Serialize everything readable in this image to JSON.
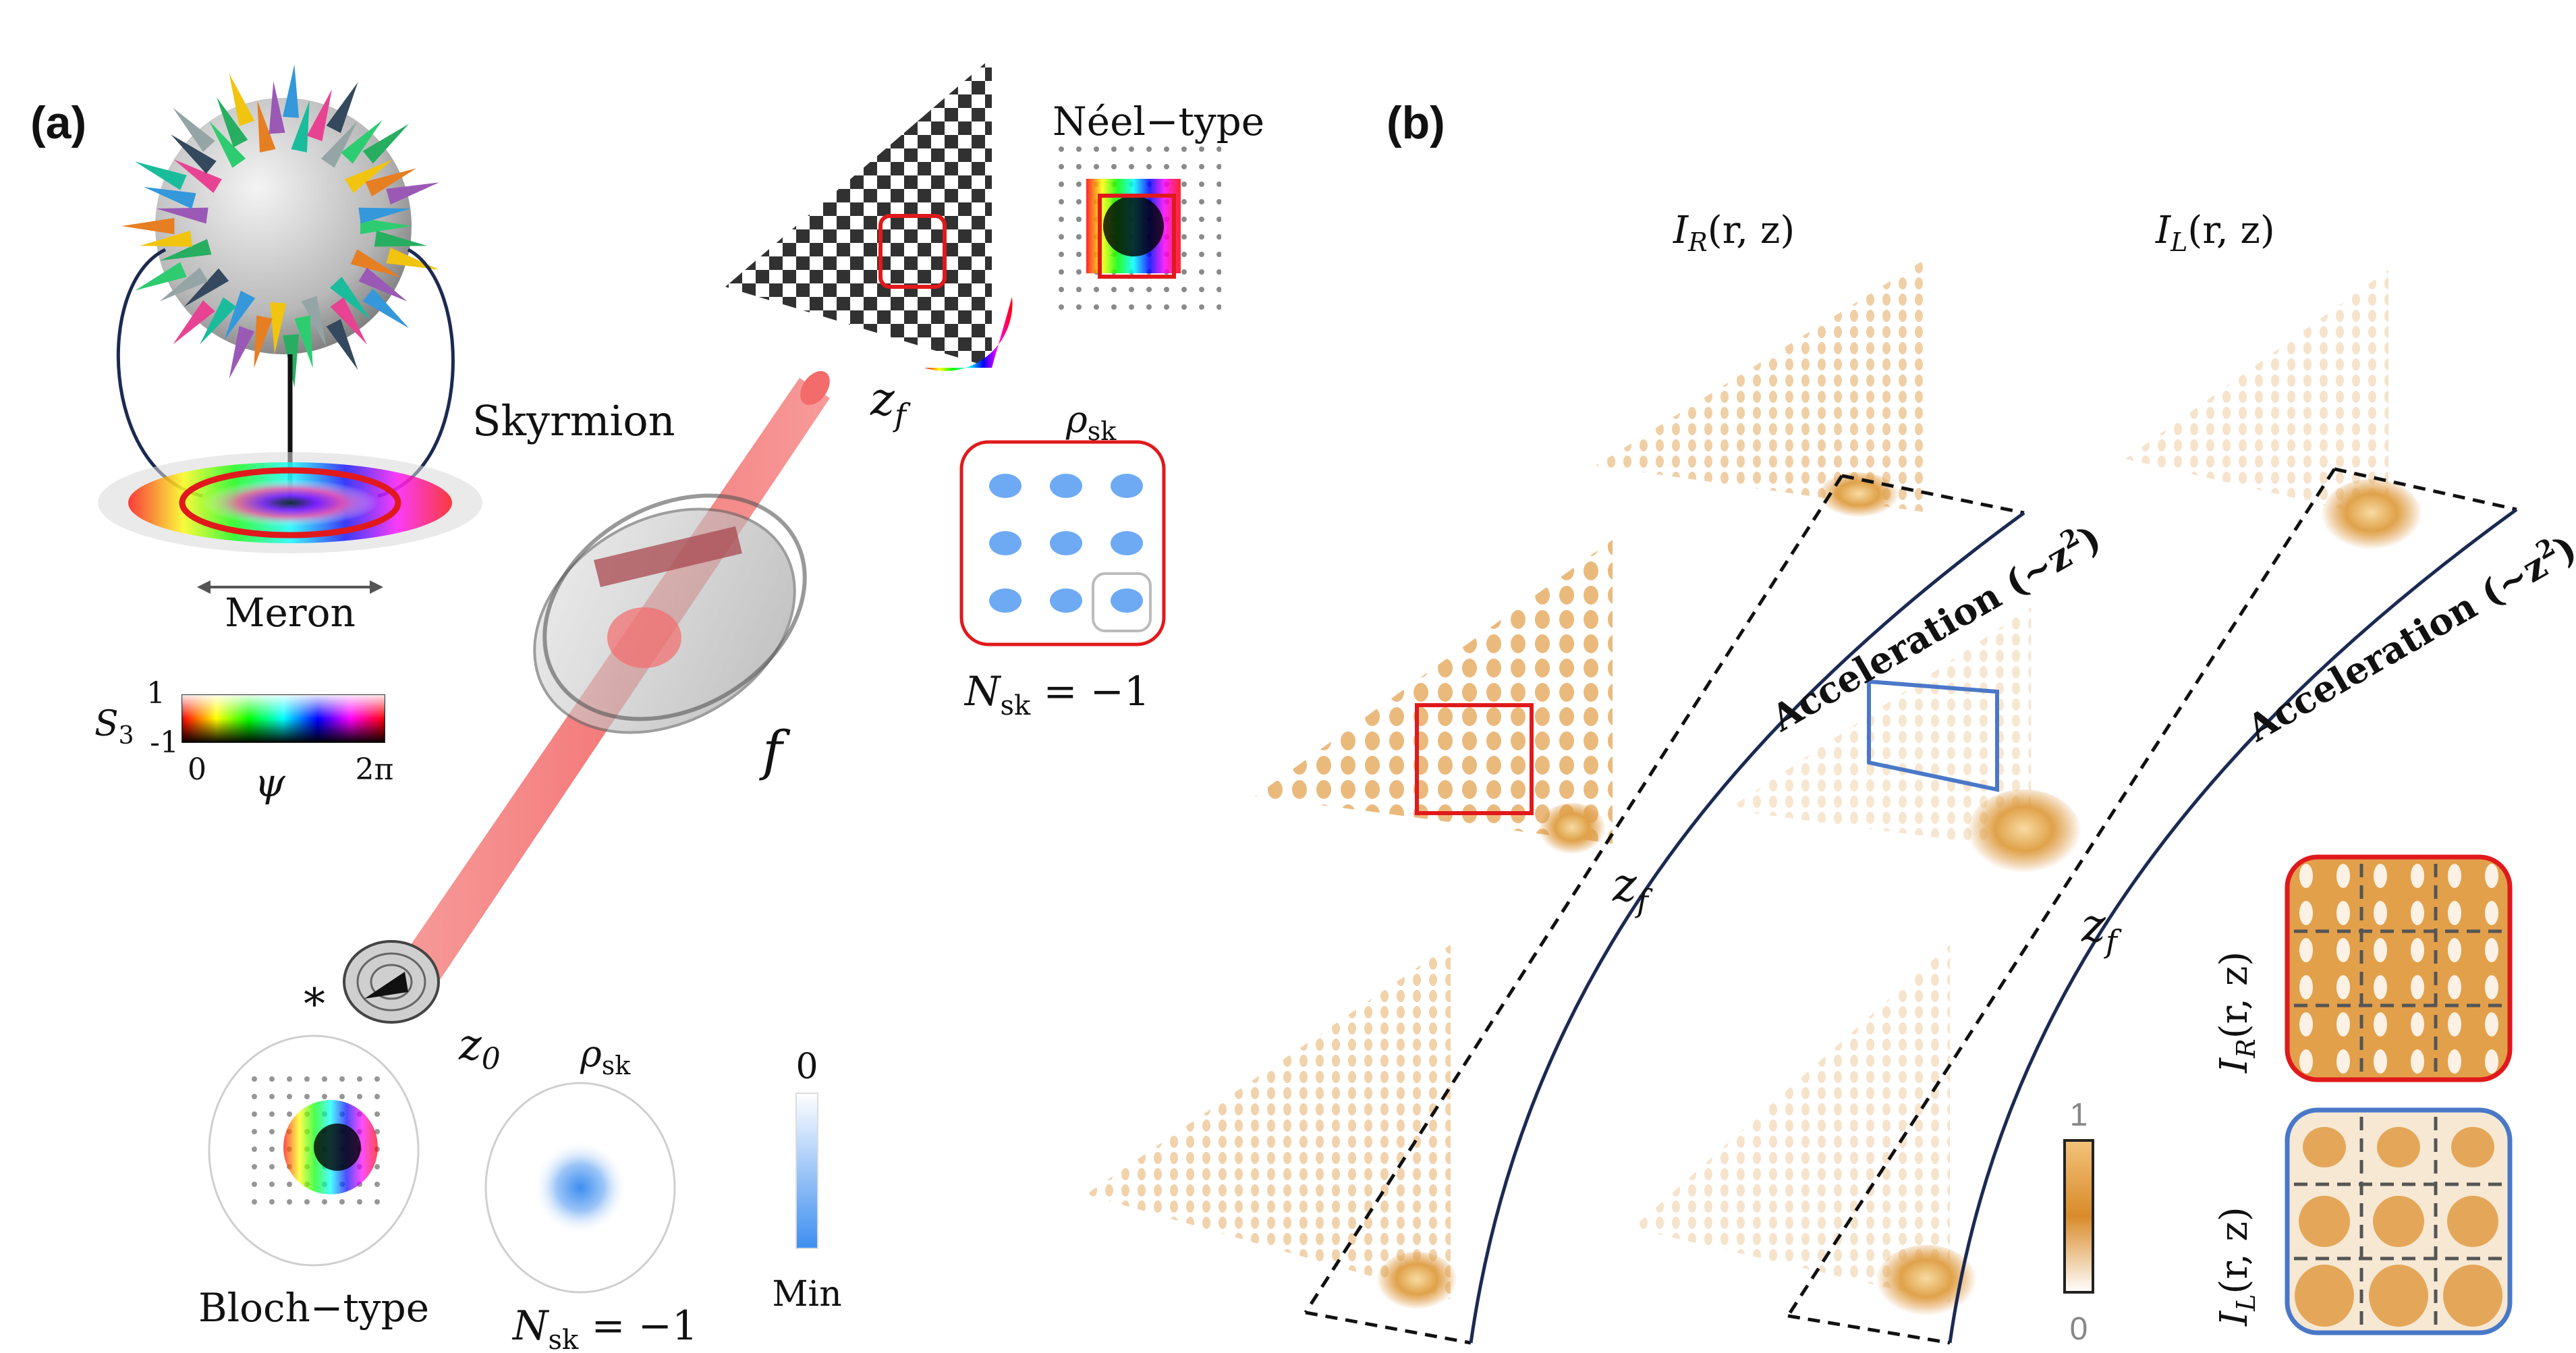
{
  "panels": {
    "a": "(a)",
    "b": "(b)"
  },
  "panel_a": {
    "skyrmion_label": "Skyrmion",
    "meron_label": "Meron",
    "neel_label": "Néel−type",
    "bloch_label": "Bloch−type",
    "rho_label": "ρ",
    "rho_sub": "sk",
    "nsk_label": "N",
    "nsk_sub": "sk",
    "nsk_eq": " = −1",
    "zf_label": "z",
    "zf_sub": "f",
    "z0_label": "z",
    "z0_sub": "0",
    "f_label": "f",
    "star": "*",
    "s3_label": "S",
    "s3_sub": "3",
    "s3_max": "1",
    "s3_min": "-1",
    "psi_min": "0",
    "psi_label": "ψ",
    "psi_max": "2π",
    "rho_bar_max": "0",
    "rho_bar_min": "Min"
  },
  "panel_b": {
    "ir_title": "I",
    "ir_sub": "R",
    "il_title": "I",
    "il_sub": "L",
    "args": "(r, z)",
    "accel_text": "Acceleration (~z",
    "accel_sup": "2",
    "accel_close": ")",
    "zf_label": "z",
    "zf_sub": "f",
    "inset_r_label": "I",
    "inset_r_sub": "R",
    "inset_l_label": "I",
    "inset_l_sub": "L",
    "inset_args": "(r, z)",
    "cbar_max": "1",
    "cbar_min": "0"
  },
  "colors": {
    "beam": "#f47c7c",
    "gold": "#d98b2b",
    "gold_light": "#f6d79b",
    "red_box": "#e0191c",
    "blue_box": "#4a78c8",
    "trajectory": "#1b2a52",
    "min_blue": "#3d8ef0"
  }
}
